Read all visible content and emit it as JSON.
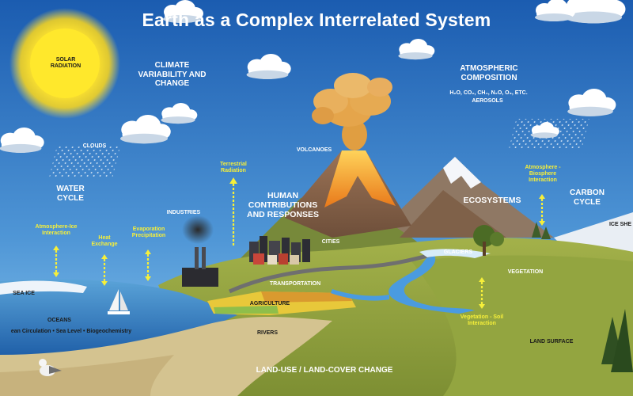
{
  "title": "Earth as a Complex Interrelated System",
  "labels": {
    "solar_radiation": "SOLAR RADIATION",
    "climate": "CLIMATE VARIABILITY AND CHANGE",
    "atmospheric_composition": "ATMOSPHERIC COMPOSITION",
    "gases": "H₂O, CO₂, CH₄, N₂O, O₃, ETC.",
    "aerosols": "AEROSOLS",
    "clouds": "CLOUDS",
    "volcanoes": "VOLCANOES",
    "water_cycle": "WATER CYCLE",
    "human": "HUMAN CONTRIBUTIONS AND RESPONSES",
    "ecosystems": "ECOSYSTEMS",
    "carbon_cycle": "CARBON CYCLE",
    "ice_sheets": "ICE SHE",
    "industries": "INDUSTRIES",
    "cities": "CITIES",
    "glaciers": "GLACIERS",
    "sea_ice": "SEA ICE",
    "transportation": "TRANSPORTATION",
    "vegetation": "VEGETATION",
    "agriculture": "AGRICULTURE",
    "oceans": "OCEANS",
    "ocean_sub": "ean Circulation • Sea Level • Biogeochemistry",
    "rivers": "RIVERS",
    "land_surface": "LAND SURFACE",
    "land_use": "LAND-USE / LAND-COVER CHANGE"
  },
  "interactions": {
    "terrestrial": "Terrestrial Radiation",
    "atmos_ice": "Atmosphere-Ice Interaction",
    "heat": "Heat Exchange",
    "evap": "Evaporation Precipitation",
    "atmos_bio": "Atmosphere - Biosphere Interaction",
    "veg_soil": "Vegetation - Soil Interaction"
  },
  "colors": {
    "sky_top": "#1f63b7",
    "sky_bottom": "#7fc1ea",
    "sun": "#ffe93a",
    "arrow": "#f6ef3a",
    "ocean": "#2f7fc4",
    "land": "#8fa23a",
    "sand": "#cfbf8c",
    "lava": "#f39a1a"
  }
}
